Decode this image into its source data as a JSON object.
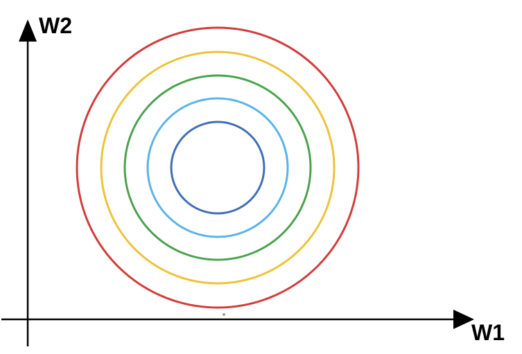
{
  "axes": {
    "x_label": "W1",
    "y_label": "W2",
    "color": "#000000"
  },
  "contours": [
    {
      "name": "innermost",
      "color": "#3f6fb5"
    },
    {
      "name": "second",
      "color": "#5ab4e6"
    },
    {
      "name": "third",
      "color": "#4aa24e"
    },
    {
      "name": "fourth",
      "color": "#eec23a"
    },
    {
      "name": "outermost",
      "color": "#d23c3c"
    }
  ],
  "center_marker": {
    "color": "#888888"
  }
}
